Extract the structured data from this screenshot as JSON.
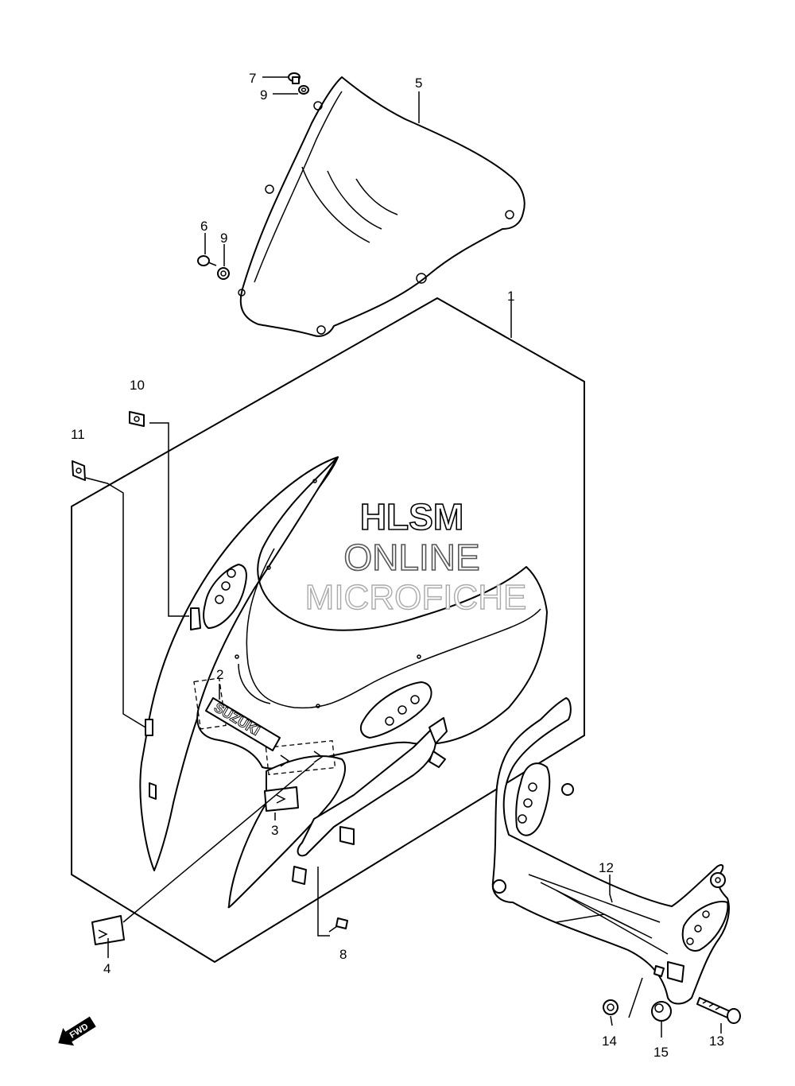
{
  "watermark": {
    "line1": "HLSM",
    "line2": "ONLINE",
    "line3": "MICROFICHE"
  },
  "emblem_text": "SUZUKI",
  "direction_arrow": {
    "label": "FWD",
    "icon": "forward-arrow-icon"
  },
  "callouts": {
    "n1": "1",
    "n2": "2",
    "n3": "3",
    "n4": "4",
    "n5": "5",
    "n6": "6",
    "n7": "7",
    "n8": "8",
    "n9a": "9",
    "n9b": "9",
    "n10": "10",
    "n11": "11",
    "n12": "12",
    "n13": "13",
    "n14": "14",
    "n15": "15"
  }
}
